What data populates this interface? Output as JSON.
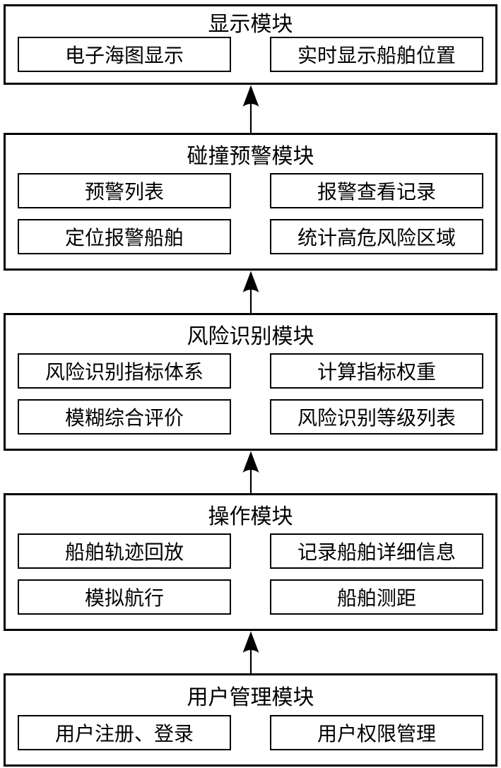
{
  "diagram": {
    "title": "system-architecture-flow",
    "flow_direction": "bottom-to-top",
    "colors": {
      "border": "#000000",
      "background": "#ffffff",
      "text": "#000000",
      "arrow": "#000000"
    },
    "modules": [
      {
        "id": "display",
        "title": "显示模块",
        "items": [
          "电子海图显示",
          "实时显示船舶位置"
        ]
      },
      {
        "id": "collision-warning",
        "title": "碰撞预警模块",
        "items": [
          "预警列表",
          "报警查看记录",
          "定位报警船舶",
          "统计高危风险区域"
        ]
      },
      {
        "id": "risk-identification",
        "title": "风险识别模块",
        "items": [
          "风险识别指标体系",
          "计算指标权重",
          "模糊综合评价",
          "风险识别等级列表"
        ]
      },
      {
        "id": "operation",
        "title": "操作模块",
        "items": [
          "船舶轨迹回放",
          "记录船舶详细信息",
          "模拟航行",
          "船舶测距"
        ]
      },
      {
        "id": "user-management",
        "title": "用户管理模块",
        "items": [
          "用户注册、登录",
          "用户权限管理"
        ]
      }
    ]
  }
}
